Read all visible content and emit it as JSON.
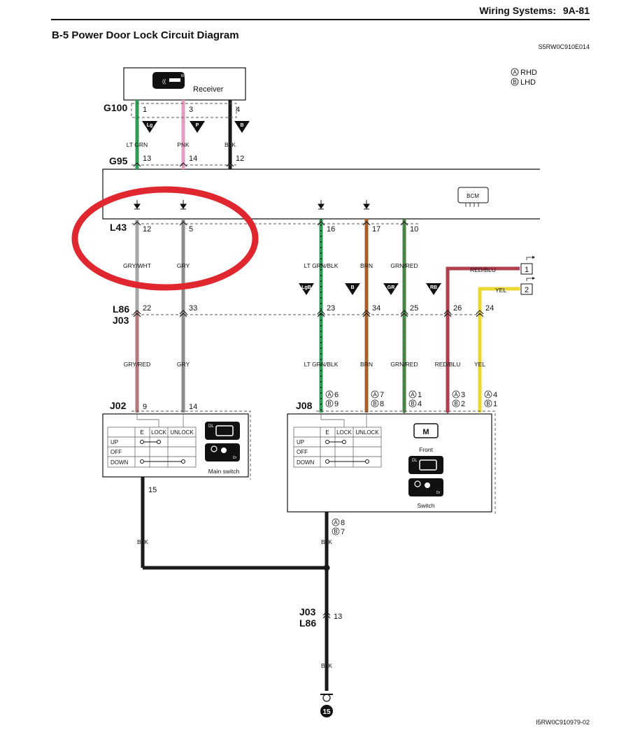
{
  "header": {
    "section": "Wiring Systems:",
    "page": "9A-81",
    "title": "B-5 Power Door Lock Circuit Diagram",
    "figure_code": "S5RW0C910E014",
    "footer_code": "I5RW0C910979-02"
  },
  "legend": {
    "a": "RHD",
    "b": "LHD",
    "a_mark": "A",
    "b_mark": "B"
  },
  "receiver": {
    "label": "Receiver",
    "icon_text": "Kls"
  },
  "bcm": {
    "label": "BCM"
  },
  "connectors": {
    "g100": "G100",
    "g95": "G95",
    "l43": "L43",
    "l86": "L86",
    "j03": "J03",
    "j02": "J02",
    "j08": "J08",
    "j03b": "J03",
    "l86b": "L86"
  },
  "wires": {
    "ltgrn": {
      "color": "#2e9a55",
      "label": "LT GRN",
      "tri": "Lg",
      "pin_g100": "1",
      "pin_g95": "13"
    },
    "pnk": {
      "color": "#e39bc0",
      "label": "PNK",
      "tri": "P",
      "pin_g100": "3",
      "pin_g95": "14"
    },
    "blk": {
      "color": "#1a1a1a",
      "label": "BLK",
      "tri": "B",
      "pin_g100": "4",
      "pin_g95": "12"
    },
    "grywht": {
      "color": "#a7a7a7",
      "label": "GRY/WHT",
      "pin_l43": "12"
    },
    "gry": {
      "color": "#8c8c8c",
      "label": "GRY",
      "pin_l43": "5"
    },
    "ltgrnblk": {
      "color": "#2e9a55",
      "label": "LT GRN/BLK",
      "tri": "LgB",
      "pin_l43": "16",
      "pin_j03": "23",
      "pin_a": "6",
      "pin_b": "9"
    },
    "brn": {
      "color": "#a86028",
      "label": "BRN",
      "tri": "B",
      "pin_l43": "17",
      "pin_j03": "34",
      "pin_a": "7",
      "pin_b": "8"
    },
    "grnred": {
      "color": "#3f8a45",
      "label": "GRN/RED",
      "tri": "GR",
      "pin_l43": "10",
      "pin_j03": "25",
      "pin_a": "1",
      "pin_b": "4"
    },
    "redblu": {
      "color": "#b03e4e",
      "label": "RED/BLU",
      "tri": "RB",
      "pin_j03": "26",
      "pin_a": "3",
      "pin_b": "2",
      "term": "1"
    },
    "yel": {
      "color": "#ecd630",
      "label": "YEL",
      "pin_j03": "24",
      "pin_a": "4",
      "pin_b": "1",
      "term": "2"
    },
    "gryred": {
      "color": "#b5787a",
      "label": "GRY/RED",
      "pin_j03": "22",
      "pin_j02": "9"
    },
    "gry2": {
      "color": "#8c8c8c",
      "label": "GRY",
      "pin_j03": "33",
      "pin_j02": "14"
    }
  },
  "main_switch": {
    "label": "Main switch",
    "col_e": "E",
    "col_lock": "LOCK",
    "col_unlock": "UNLOCK",
    "row_up": "UP",
    "row_off": "OFF",
    "row_down": "DOWN",
    "ground_pin": "15",
    "ground_label": "BLK",
    "dl_tag": "DL"
  },
  "front_switch": {
    "label": "Switch",
    "motor_label": "Front",
    "motor_symbol": "M",
    "col_e": "E",
    "col_lock": "LOCK",
    "col_unlock": "UNLOCK",
    "row_up": "UP",
    "row_off": "OFF",
    "row_down": "DOWN",
    "ground_pin_a": "8",
    "ground_pin_b": "7",
    "ground_label": "BLK",
    "dl_tag": "DL"
  },
  "ground": {
    "pin": "13",
    "label": "BLK",
    "point": "15"
  },
  "icon_tags": {
    "dr": "Dr"
  },
  "highlight": {
    "color": "#e0262e"
  }
}
